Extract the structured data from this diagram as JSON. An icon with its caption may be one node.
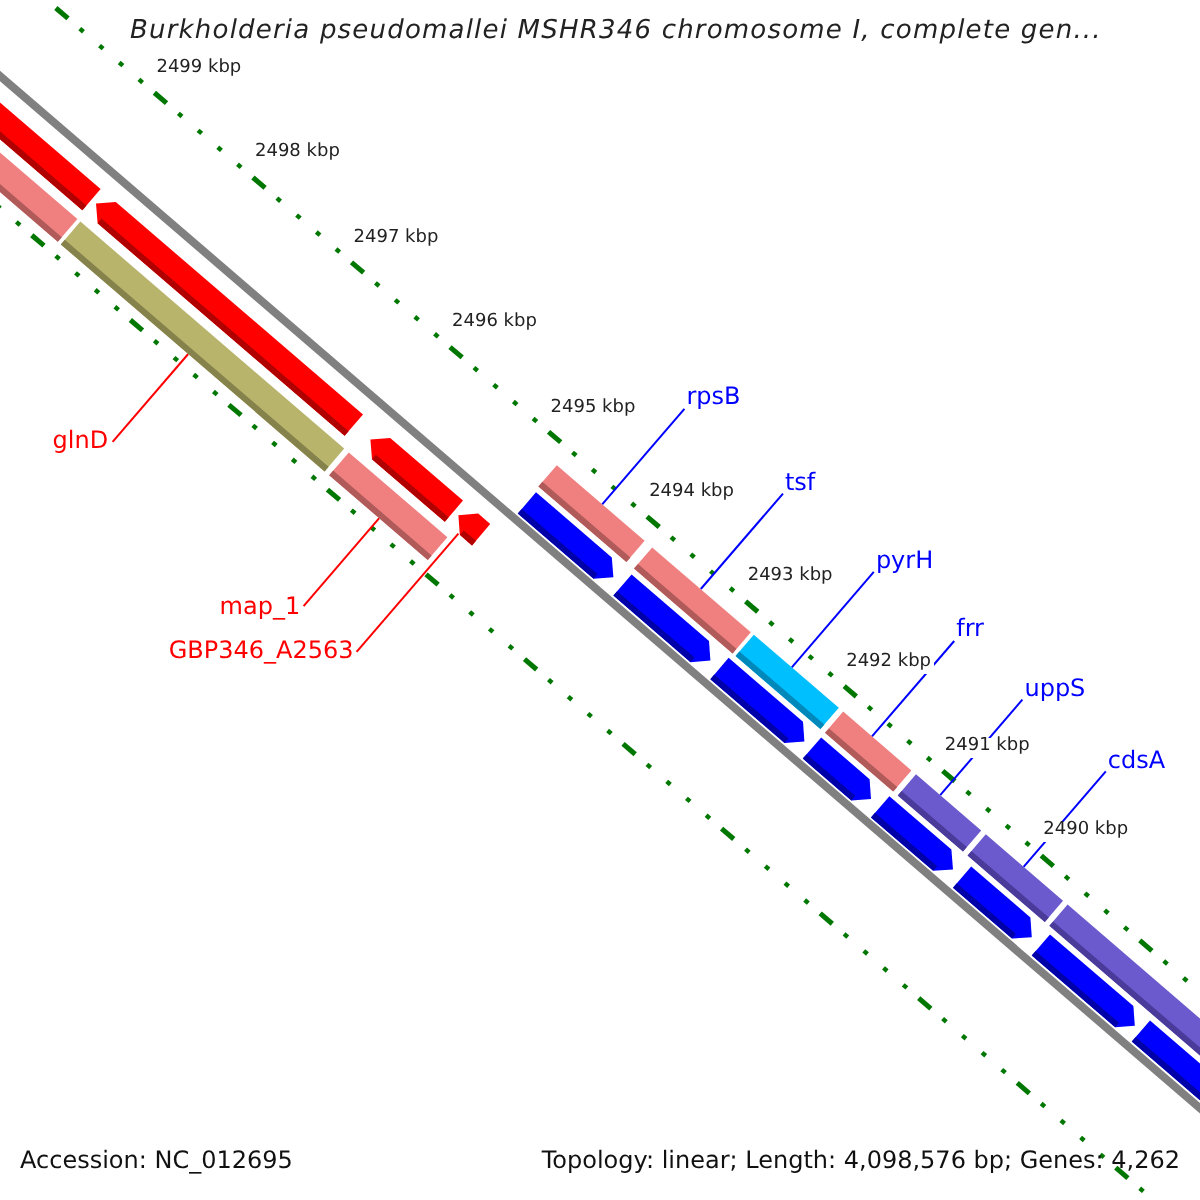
{
  "diagram": {
    "title": "Burkholderia pseudomallei MSHR346 chromosome I, complete gen...",
    "nodes": [
      {
        "text": [
          "glnD"
        ]
      },
      {
        "text": [
          "map_1"
        ]
      },
      {
        "text": [
          "GBP346_A2563"
        ]
      },
      {
        "text": [
          "rpsB"
        ]
      },
      {
        "text": [
          "tsf"
        ]
      },
      {
        "text": [
          "pyrH"
        ]
      },
      {
        "text": [
          "frr"
        ]
      },
      {
        "text": [
          "uppS"
        ]
      },
      {
        "text": [
          "cdsA"
        ]
      },
      {
        "text": [],
        "shape": "bar"
      },
      {
        "text": [],
        "shape": "bar"
      },
      {
        "text": [],
        "shape": "bar"
      },
      {
        "text": [],
        "shape": "bar"
      },
      {
        "text": [],
        "shape": "bar"
      },
      {
        "text": [],
        "shape": "bar"
      },
      {
        "text": [],
        "shape": "bar"
      },
      {
        "text": [],
        "shape": "bar"
      },
      {
        "text": [],
        "shape": "bar"
      }
    ],
    "edges": [
      {
        "from": 0,
        "to": 9,
        "arrow": "none",
        "color": "#ff0000"
      },
      {
        "from": 1,
        "to": 10,
        "arrow": "none",
        "color": "#ff0000"
      },
      {
        "from": 2,
        "to": 11,
        "arrow": "none",
        "color": "#ff0000"
      },
      {
        "from": 3,
        "to": 12,
        "arrow": "none"
      },
      {
        "from": 4,
        "to": 13,
        "arrow": "none"
      },
      {
        "from": 5,
        "to": 14,
        "arrow": "none"
      },
      {
        "from": 6,
        "to": 15,
        "arrow": "none"
      },
      {
        "from": 7,
        "to": 16,
        "arrow": "none"
      },
      {
        "from": 8,
        "to": 17,
        "arrow": "none"
      }
    ],
    "labels": [
      "2499 kbp",
      "2498 kbp",
      "2497 kbp",
      "2496 kbp",
      "2495 kbp",
      "2494 kbp",
      "2493 kbp",
      "2492 kbp",
      "2491 kbp",
      "2490 kbp",
      "Accession: NC_012695",
      "Topology: linear; Length: 4,098,576 bp; Genes: 4,262"
    ]
  }
}
